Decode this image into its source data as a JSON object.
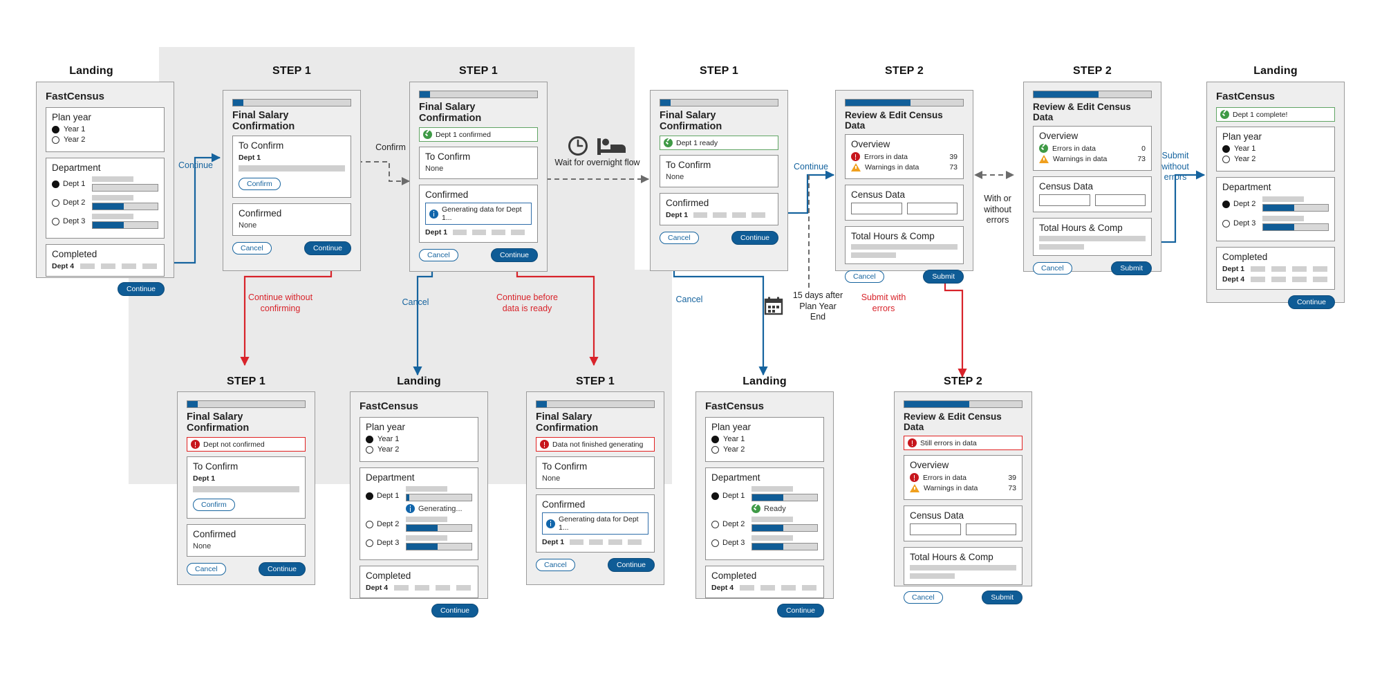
{
  "labels": {
    "landing": "Landing",
    "step1": "STEP 1",
    "step2": "STEP 2"
  },
  "common": {
    "app_name": "FastCensus",
    "plan_year_header": "Plan year",
    "year1": "Year 1",
    "year2": "Year 2",
    "department_header": "Department",
    "dept1": "Dept 1",
    "dept2": "Dept 2",
    "dept3": "Dept 3",
    "dept4": "Dept 4",
    "completed_header": "Completed",
    "continue": "Continue",
    "cancel": "Cancel",
    "confirm": "Confirm",
    "submit": "Submit",
    "step1_title": "Final Salary Confirmation",
    "step2_title": "Review & Edit Census Data",
    "to_confirm": "To Confirm",
    "confirmed": "Confirmed",
    "none": "None",
    "overview": "Overview",
    "errors_in_data": "Errors in data",
    "warnings_in_data": "Warnings in data",
    "census_data": "Census Data",
    "total_hours_comp": "Total Hours & Comp"
  },
  "banners": {
    "dept1_confirmed": "Dept 1 confirmed",
    "dept1_ready": "Dept 1 ready",
    "dept1_complete": "Dept 1 complete!",
    "dept_not_confirmed": "Dept not confirmed",
    "data_not_finished": "Data not finished generating",
    "still_errors": "Still errors in data",
    "generating_dept1": "Generating data for Dept 1...",
    "generating": "Generating...",
    "ready": "Ready"
  },
  "counts": {
    "errors_39": "39",
    "errors_0": "0",
    "warnings_73": "73"
  },
  "flow_labels": {
    "continue_1": "Continue",
    "confirm_1": "Confirm",
    "wait_overnight": "Wait for overnight flow",
    "continue_2": "Continue",
    "with_or_without_errors": "With or\nwithout\nerrors",
    "submit_without_errors": "Submit\nwithout\nerrors",
    "continue_without_confirming": "Continue without\nconfirming",
    "cancel_1": "Cancel",
    "continue_before_data": "Continue before\ndata is ready",
    "cancel_2": "Cancel",
    "days_after_plan_year_end": "15 days after\nPlan Year\nEnd",
    "submit_with_errors": "Submit with\nerrors"
  },
  "icons": {
    "clock": "clock-icon",
    "bed": "bed-icon",
    "calendar": "calendar-icon"
  },
  "colors": {
    "accent_blue": "#0f5c96",
    "link_blue": "#15639e",
    "error_red": "#d8232a",
    "success_green": "#3f9a46",
    "warning_orange": "#f0a01e",
    "band_grey": "#eaeaea"
  },
  "screens": {
    "landing_start": {
      "phase": "Landing",
      "dept_rows": [
        {
          "label": "Dept 1",
          "selected": true,
          "fill_pct": 0
        },
        {
          "label": "Dept 2",
          "selected": false,
          "fill_pct": 48
        },
        {
          "label": "Dept 3",
          "selected": false,
          "fill_pct": 48
        }
      ],
      "completed_rows": [
        "Dept 4"
      ]
    },
    "step1_initial": {
      "phase": "STEP 1",
      "to_confirm": "Dept 1",
      "confirmed": "None"
    },
    "step1_confirmed": {
      "phase": "STEP 1",
      "banner": "Dept 1 confirmed",
      "to_confirm": "None",
      "confirmed": "Dept 1"
    },
    "step1_ready": {
      "phase": "STEP 1",
      "banner": "Dept 1 ready",
      "to_confirm": "None",
      "confirmed": "Dept 1"
    },
    "step2_errors": {
      "phase": "STEP 2",
      "errors": "39",
      "warnings": "73"
    },
    "step2_clean": {
      "phase": "STEP 2",
      "errors": "0",
      "warnings": "73"
    },
    "landing_end": {
      "phase": "Landing",
      "banner": "Dept 1 complete!",
      "dept_rows": [
        {
          "label": "Dept 2",
          "selected": true,
          "fill_pct": 48
        },
        {
          "label": "Dept 3",
          "selected": false,
          "fill_pct": 48
        }
      ],
      "completed_rows": [
        "Dept 1",
        "Dept 4"
      ]
    },
    "step1_not_confirmed": {
      "phase": "STEP 1",
      "banner": "Dept not confirmed",
      "to_confirm": "Dept 1",
      "confirmed": "None"
    },
    "landing_generating": {
      "phase": "Landing",
      "dept_rows": [
        {
          "label": "Dept 1",
          "selected": true,
          "fill_pct": 3,
          "status": "Generating..."
        },
        {
          "label": "Dept 2",
          "selected": false,
          "fill_pct": 48
        },
        {
          "label": "Dept 3",
          "selected": false,
          "fill_pct": 48
        }
      ],
      "completed_rows": [
        "Dept 4"
      ]
    },
    "step1_not_generated": {
      "phase": "STEP 1",
      "banner": "Data not finished generating",
      "to_confirm": "None",
      "confirmed": "Dept 1"
    },
    "landing_ready": {
      "phase": "Landing",
      "dept_rows": [
        {
          "label": "Dept 1",
          "selected": true,
          "fill_pct": 48,
          "status": "Ready"
        },
        {
          "label": "Dept 2",
          "selected": false,
          "fill_pct": 48
        },
        {
          "label": "Dept 3",
          "selected": false,
          "fill_pct": 48
        }
      ],
      "completed_rows": [
        "Dept 4"
      ]
    },
    "step2_still_errors": {
      "phase": "STEP 2",
      "banner": "Still errors in data",
      "errors": "39",
      "warnings": "73"
    }
  }
}
